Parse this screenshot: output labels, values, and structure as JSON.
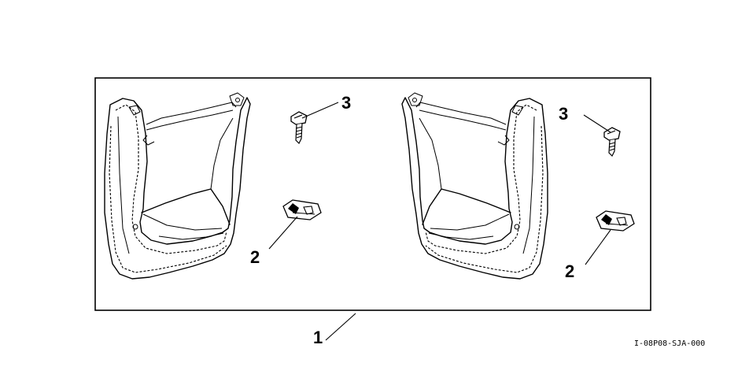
{
  "diagram": {
    "callouts": {
      "kit": "1",
      "clip_left": "2",
      "screw_left": "3",
      "clip_right": "2",
      "screw_right": "3"
    },
    "part_code": "I-08P08-SJA-000"
  }
}
